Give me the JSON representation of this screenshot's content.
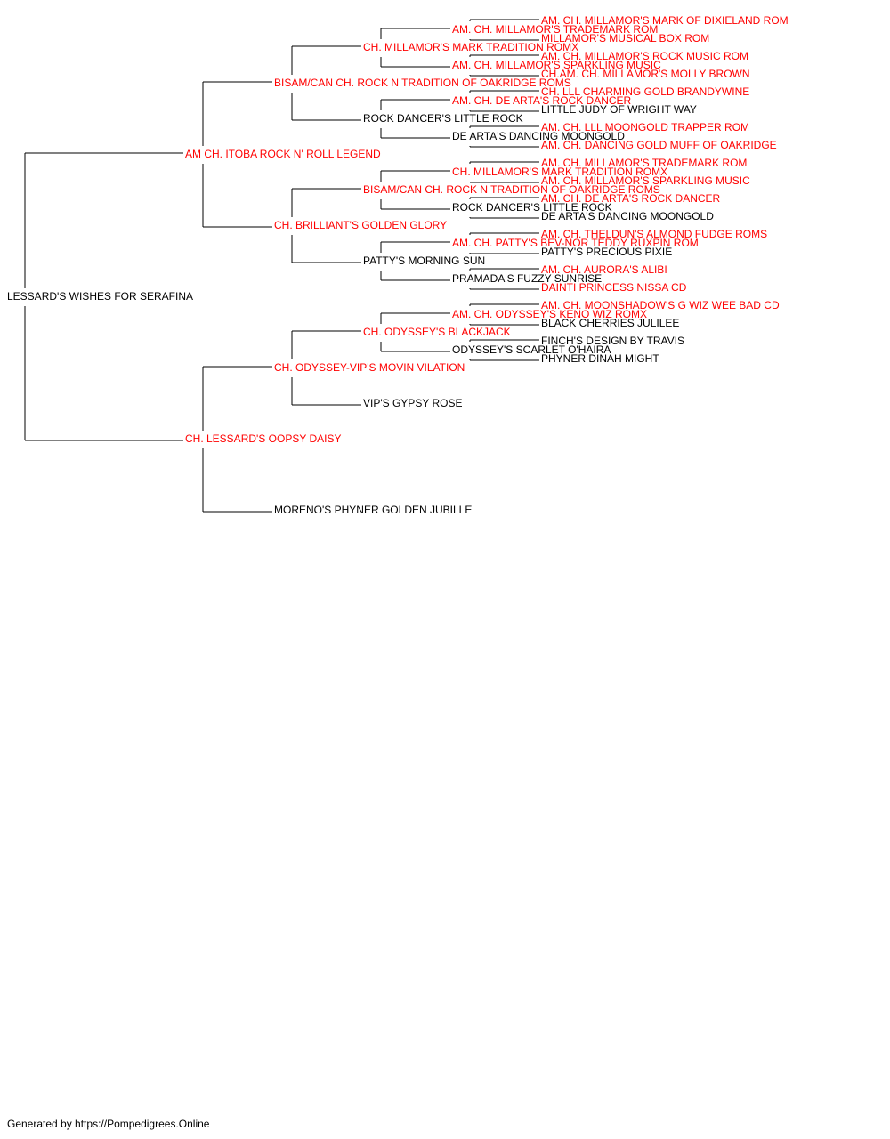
{
  "colors": {
    "champion": "#ff0000",
    "plain": "#000000",
    "line": "#000000",
    "background": "#ffffff"
  },
  "footer": "Generated by https://Pompedigrees.Online",
  "pedigree": {
    "name": "LESSARD'S WISHES FOR SERAFINA",
    "champion": false,
    "sire": {
      "name": "AM CH. ITOBA ROCK N' ROLL LEGEND",
      "champion": true,
      "sire": {
        "name": "BISAM/CAN CH. ROCK N TRADITION OF OAKRIDGE ROMS",
        "champion": true,
        "sire": {
          "name": "CH. MILLAMOR'S MARK TRADITION ROMX",
          "champion": true,
          "sire": {
            "name": "AM. CH. MILLAMOR'S TRADEMARK ROM",
            "champion": true,
            "sire": {
              "name": "AM. CH. MILLAMOR'S MARK OF DIXIELAND ROM",
              "champion": true
            },
            "dam": {
              "name": "MILLAMOR'S MUSICAL BOX ROM",
              "champion": true
            }
          },
          "dam": {
            "name": "AM. CH. MILLAMOR'S SPARKLING MUSIC",
            "champion": true,
            "sire": {
              "name": "AM. CH. MILLAMOR'S ROCK MUSIC ROM",
              "champion": true
            },
            "dam": {
              "name": "CH.AM. CH. MILLAMOR'S MOLLY BROWN",
              "champion": true
            }
          }
        },
        "dam": {
          "name": "ROCK DANCER'S LITTLE ROCK",
          "champion": false,
          "sire": {
            "name": "AM. CH. DE ARTA'S ROCK DANCER",
            "champion": true,
            "sire": {
              "name": "CH. LLL CHARMING GOLD BRANDYWINE",
              "champion": true
            },
            "dam": {
              "name": "LITTLE JUDY OF WRIGHT WAY",
              "champion": false
            }
          },
          "dam": {
            "name": "DE ARTA'S DANCING MOONGOLD",
            "champion": false,
            "sire": {
              "name": "AM. CH. LLL MOONGOLD TRAPPER ROM",
              "champion": true
            },
            "dam": {
              "name": "AM. CH. DANCING GOLD MUFF OF OAKRIDGE",
              "champion": true
            }
          }
        }
      },
      "dam": {
        "name": "CH. BRILLIANT'S GOLDEN GLORY",
        "champion": true,
        "sire": {
          "name": "BISAM/CAN CH. ROCK N TRADITION OF OAKRIDGE ROMS",
          "champion": true,
          "sire": {
            "name": "CH. MILLAMOR'S MARK TRADITION ROMX",
            "champion": true,
            "sire": {
              "name": "AM. CH. MILLAMOR'S TRADEMARK ROM",
              "champion": true
            },
            "dam": {
              "name": "AM. CH. MILLAMOR'S SPARKLING MUSIC",
              "champion": true
            }
          },
          "dam": {
            "name": "ROCK DANCER'S LITTLE ROCK",
            "champion": false,
            "sire": {
              "name": "AM. CH. DE ARTA'S ROCK DANCER",
              "champion": true
            },
            "dam": {
              "name": "DE ARTA'S DANCING MOONGOLD",
              "champion": false
            }
          }
        },
        "dam": {
          "name": "PATTY'S MORNING SUN",
          "champion": false,
          "sire": {
            "name": "AM. CH. PATTY'S BEV-NOR TEDDY RUXPIN ROM",
            "champion": true,
            "sire": {
              "name": "AM. CH. THELDUN'S ALMOND FUDGE ROMS",
              "champion": true
            },
            "dam": {
              "name": "PATTY'S PRECIOUS PIXIE",
              "champion": false
            }
          },
          "dam": {
            "name": "PRAMADA'S FUZZY SUNRISE",
            "champion": false,
            "sire": {
              "name": "AM. CH. AURORA'S ALIBI",
              "champion": true
            },
            "dam": {
              "name": "DAINTI PRINCESS NISSA CD",
              "champion": true
            }
          }
        }
      }
    },
    "dam": {
      "name": "CH. LESSARD'S OOPSY DAISY",
      "champion": true,
      "sire": {
        "name": "CH. ODYSSEY-VIP'S MOVIN VILATION",
        "champion": true,
        "sire": {
          "name": "CH. ODYSSEY'S BLACKJACK",
          "champion": true,
          "sire": {
            "name": "AM. CH. ODYSSEY'S KENO WIZ ROMX",
            "champion": true,
            "sire": {
              "name": "AM. CH. MOONSHADOW'S G WIZ WEE BAD CD",
              "champion": true
            },
            "dam": {
              "name": "BLACK CHERRIES JULILEE",
              "champion": false
            }
          },
          "dam": {
            "name": "ODYSSEY'S SCARLET O'HAIRA",
            "champion": false,
            "sire": {
              "name": "FINCH'S DESIGN BY TRAVIS",
              "champion": false
            },
            "dam": {
              "name": "PHYNER DINAH MIGHT",
              "champion": false
            }
          }
        },
        "dam": {
          "name": "VIP'S GYPSY ROSE",
          "champion": false
        }
      },
      "dam": {
        "name": "MORENO'S PHYNER GOLDEN JUBILLE",
        "champion": false
      }
    }
  }
}
